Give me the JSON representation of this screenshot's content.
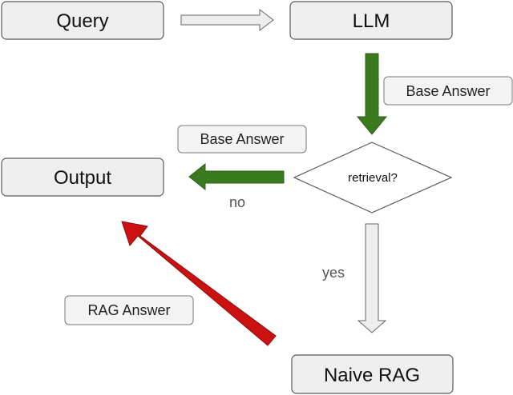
{
  "nodes": {
    "query": "Query",
    "llm": "LLM",
    "output": "Output",
    "decision": "retrieval?",
    "naive_rag": "Naive RAG"
  },
  "labels": {
    "base_answer_right": "Base Answer",
    "base_answer_left": "Base Answer",
    "rag_answer": "RAG Answer",
    "no": "no",
    "yes": "yes"
  },
  "colors": {
    "green_arrow": "#3a7a1e",
    "red_arrow": "#cc1111",
    "gray_arrow": "#eeeeee",
    "node_fill": "#efefef"
  }
}
